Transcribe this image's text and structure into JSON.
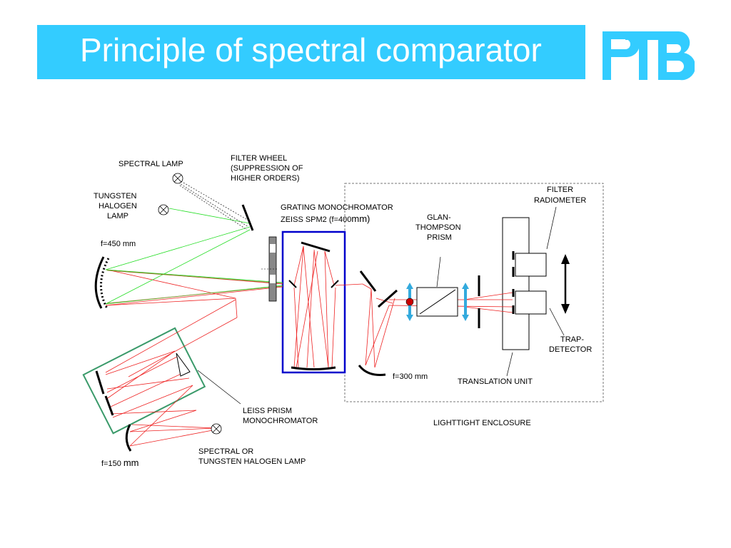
{
  "title": "Principle of spectral comparator",
  "logo": {
    "text": "PTB",
    "color": "#33ccff"
  },
  "labels": {
    "spectral_lamp": "SPECTRAL LAMP",
    "tungsten_1": "TUNGSTEN",
    "tungsten_2": "HALOGEN",
    "tungsten_3": "LAMP",
    "f450": "f=450 mm",
    "filter_wheel_1": "FILTER WHEEL",
    "filter_wheel_2": "(SUPPRESSION OF",
    "filter_wheel_3": "HIGHER ORDERS)",
    "grating_1": "GRATING MONOCHROMATOR",
    "grating_2": "ZEISS SPM2 (f=400",
    "grating_2b": "mm)",
    "glan_1": "GLAN-",
    "glan_2": "THOMPSON",
    "glan_3": "PRISM",
    "filter_rad_1": "FILTER",
    "filter_rad_2": "RADIOMETER",
    "trap_1": "TRAP-",
    "trap_2": "DETECTOR",
    "f300": "f=300 mm",
    "translation": "TRANSLATION UNIT",
    "leiss_1": "LEISS PRISM",
    "leiss_2": "MONOCHROMATOR",
    "enclosure": "LIGHTTIGHT ENCLOSURE",
    "source_1": "SPECTRAL OR",
    "source_2": "TUNGSTEN HALOGEN LAMP",
    "f150": "f=150",
    "f150b": "mm"
  },
  "colors": {
    "accent": "#33ccff",
    "beam_red": "#ee2222",
    "beam_green": "#22dd22",
    "grating_box": "#0000cc",
    "prism_box": "#3a9a6a",
    "arrow_blue": "#33aadd"
  }
}
